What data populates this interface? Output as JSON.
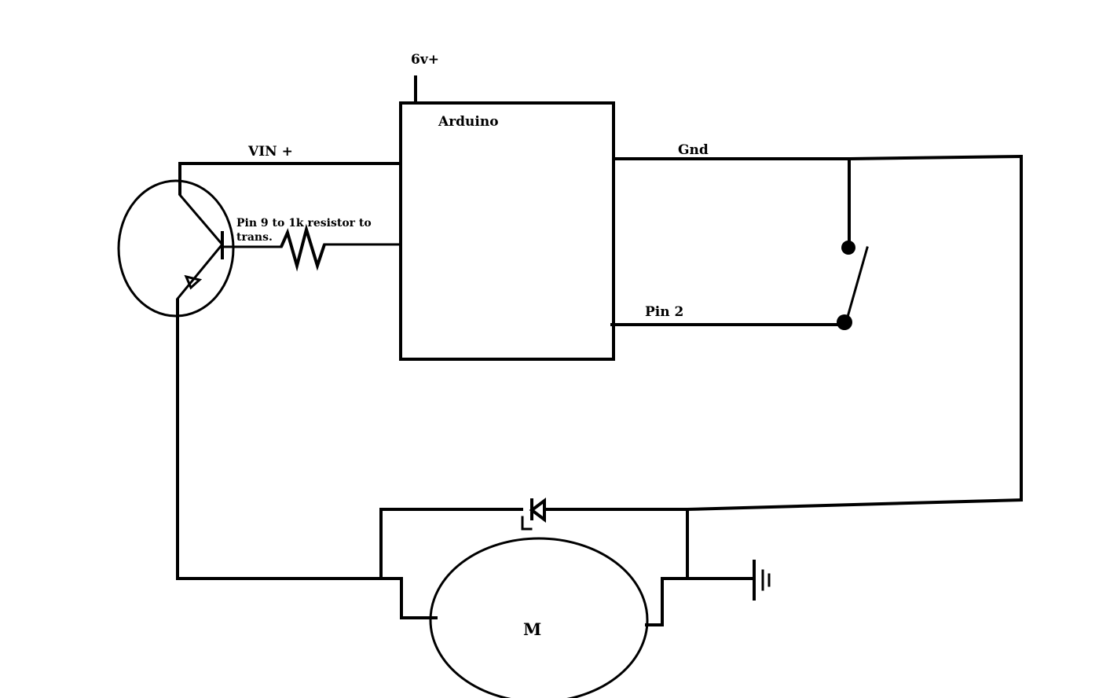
{
  "labels": {
    "supply": "6v+",
    "board": "Arduino",
    "vin": "VIN +",
    "gnd": "Gnd",
    "pin9_line1": "Pin 9 to 1k resistor to",
    "pin9_line2": "trans.",
    "pin2": "Pin 2",
    "motor": "M"
  },
  "colors": {
    "ink": "#000000",
    "background": "#ffffff"
  }
}
